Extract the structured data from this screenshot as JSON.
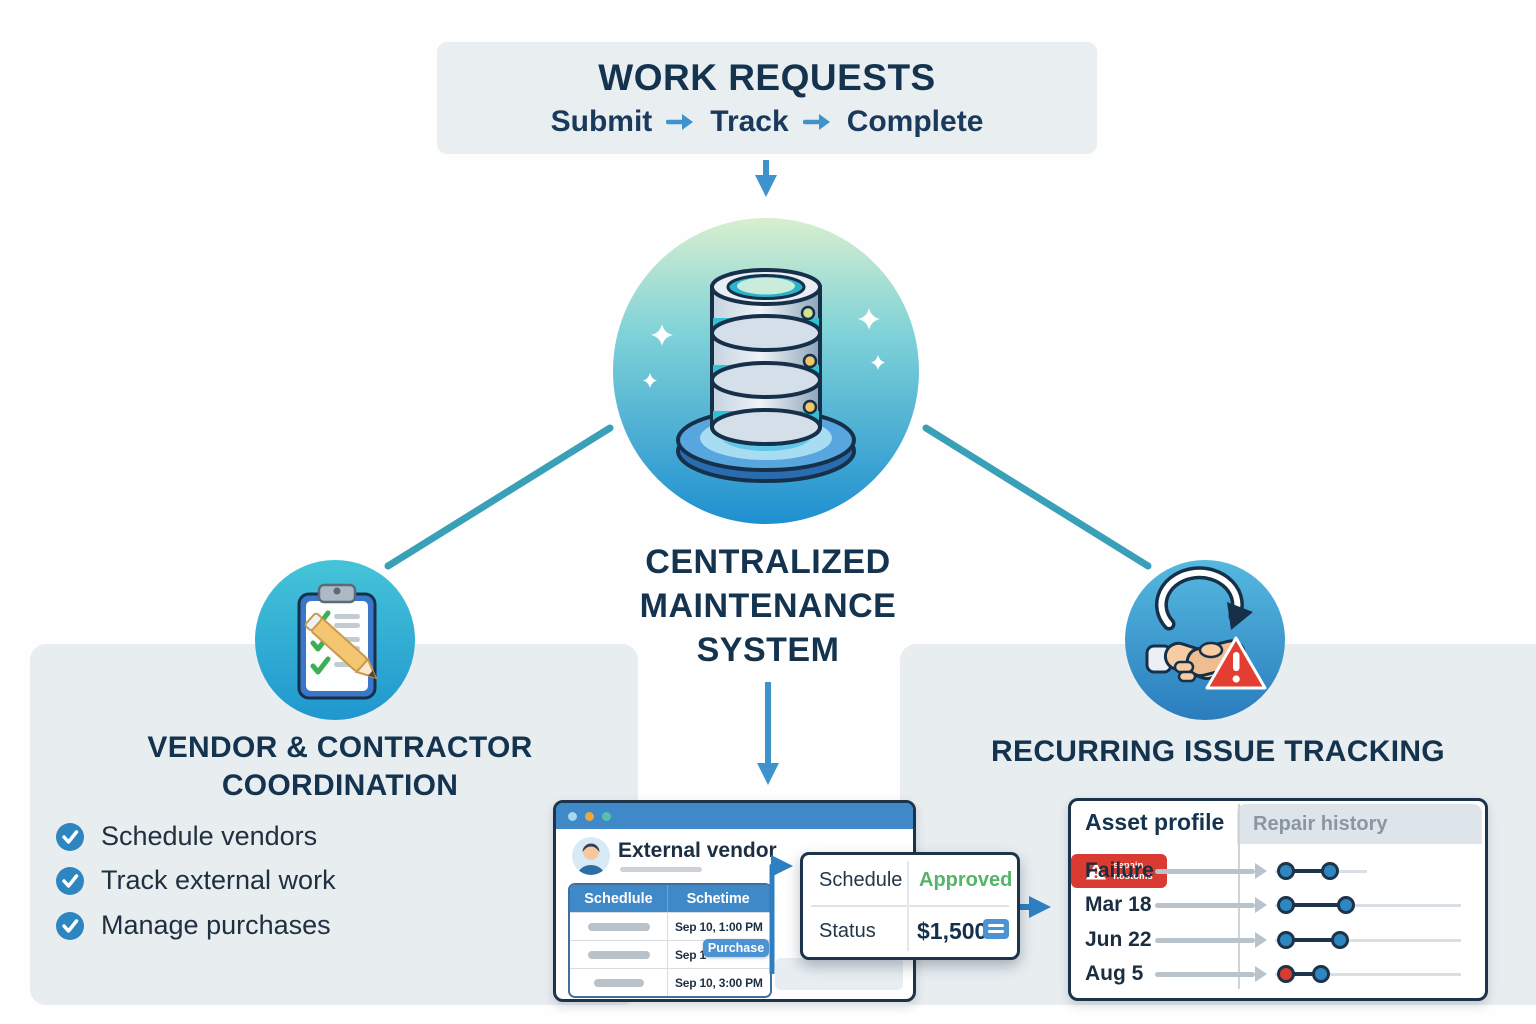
{
  "banner": {
    "title": "WORK REQUESTS",
    "steps": [
      "Submit",
      "Track",
      "Complete"
    ]
  },
  "center": {
    "title_lines": [
      "CENTRALIZED",
      "MAINTENANCE",
      "SYSTEM"
    ]
  },
  "left": {
    "title_lines": [
      "VENDOR & CONTRACTOR",
      "COORDINATION"
    ],
    "items": [
      "Schedule vendors",
      "Track external work",
      "Manage purchases"
    ]
  },
  "right": {
    "title": "RECURRING ISSUE TRACKING",
    "asset_card": {
      "header_left": "Asset profile",
      "header_right": "Repair history",
      "rows": [
        {
          "label": "Failure",
          "dot_colors": [
            "blue",
            "blue"
          ],
          "has_alert_badge": true
        },
        {
          "label": "Mar 18",
          "dot_colors": [
            "blue",
            "blue"
          ],
          "has_alert_badge": false
        },
        {
          "label": "Jun 22",
          "dot_colors": [
            "blue",
            "blue"
          ],
          "has_alert_badge": false
        },
        {
          "label": "Aug 5",
          "dot_colors": [
            "red",
            "blue"
          ],
          "has_alert_badge": false
        }
      ],
      "alert_badge": {
        "line1": "sepain",
        "line2": "nostoms"
      }
    }
  },
  "vendor_card": {
    "name": "External vendor",
    "table": {
      "headers": [
        "Schedlule",
        "Schetime"
      ],
      "rows": [
        "Sep 10, 1:00 PM",
        "Sep 1",
        "Sep 10, 3:00 PM"
      ]
    },
    "purchase_label": "Purchase"
  },
  "popup": {
    "rows": [
      {
        "label": "Schedule",
        "value": "Approved"
      },
      {
        "label": "Status",
        "value": "$1,500"
      }
    ]
  },
  "icons": {
    "database": "database-stack-icon",
    "clipboard": "clipboard-checklist-icon",
    "handshake": "handshake-sync-alert-icon",
    "warning": "warning-triangle-icon",
    "check": "check-circle-icon",
    "arrow_right": "arrow-right-icon",
    "arrow_down": "arrow-down-icon"
  },
  "colors": {
    "navy_text": "#14334f",
    "arrow_blue": "#3f93cc",
    "connector_teal": "#3aa0b8",
    "steel_blue": "#2e7fc2",
    "accent_blue": "#3f89c9",
    "approved_green": "#56b46a",
    "alert_red": "#d93a31",
    "panel_bg": "#e8edf0",
    "dot_blue": "#2e86c1"
  }
}
